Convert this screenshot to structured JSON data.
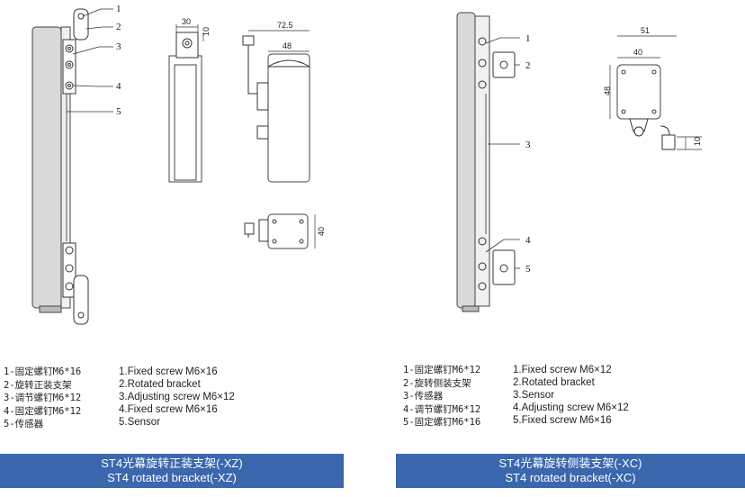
{
  "colors": {
    "banner": "#3a67ad",
    "line": "#333333",
    "profile_fill": "#d9d9d9"
  },
  "left_panel": {
    "callouts": [
      "1",
      "2",
      "3",
      "4",
      "5"
    ],
    "dims": {
      "top_width": "30",
      "top_height": "10",
      "side_width": "72.5",
      "side_body": "48",
      "bottom_height": "40"
    },
    "legend_cn": [
      "1-固定螺钉M6*16",
      "2-旋转正装支架",
      "3-调节螺钉M6*12",
      "4-固定螺钉M6*12",
      "5-传感器"
    ],
    "legend_en": [
      "1.Fixed screw M6×16",
      "2.Rotated bracket",
      "3.Adjusting screw M6×12",
      "4.Fixed screw M6×16",
      "5.Sensor"
    ],
    "banner_cn": "ST4光幕旋转正装支架(-XZ)",
    "banner_en": "ST4 rotated bracket(-XZ)"
  },
  "right_panel": {
    "callouts": [
      "1",
      "2",
      "3",
      "4",
      "5"
    ],
    "dims": {
      "outer_width": "51",
      "inner_width": "40",
      "height": "48",
      "offset": "10"
    },
    "legend_cn": [
      "1-固定螺钉M6*12",
      "2-旋转侧装支架",
      "3-传感器",
      "4-调节螺钉M6*12",
      "5-固定螺钉M6*16"
    ],
    "legend_en": [
      "1.Fixed screw M6×12",
      "2.Rotated bracket",
      "3.Sensor",
      "4.Adjusting screw M6×12",
      "5.Fixed screw M6×16"
    ],
    "banner_cn": "ST4光幕旋转侧装支架(-XC)",
    "banner_en": "ST4 rotated bracket(-XC)"
  }
}
